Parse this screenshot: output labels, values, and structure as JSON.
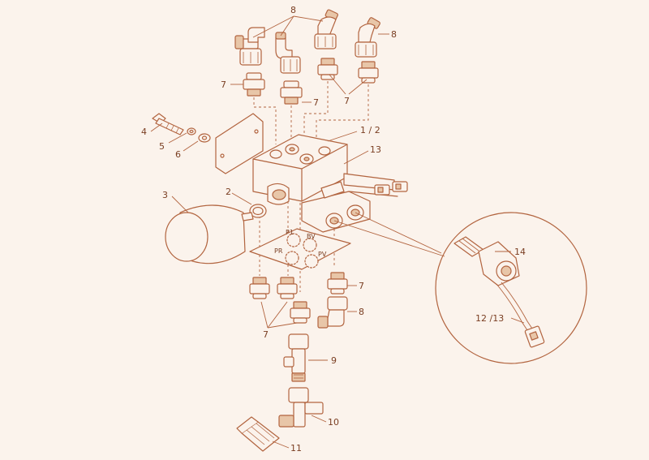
{
  "callouts": [
    {
      "id": "c8",
      "text": "8"
    },
    {
      "id": "c7",
      "text": "7"
    },
    {
      "id": "c4",
      "text": "4"
    },
    {
      "id": "c5",
      "text": "5"
    },
    {
      "id": "c6",
      "text": "6"
    },
    {
      "id": "c12",
      "text": "1 / 2"
    },
    {
      "id": "c13",
      "text": "13"
    },
    {
      "id": "c3",
      "text": "3"
    },
    {
      "id": "c2",
      "text": "2"
    },
    {
      "id": "c9",
      "text": "9"
    },
    {
      "id": "c10",
      "text": "10"
    },
    {
      "id": "c11",
      "text": "11"
    },
    {
      "id": "c14",
      "text": "14"
    },
    {
      "id": "c1213",
      "text": "12 /13"
    }
  ],
  "ports": {
    "p1": "P1",
    "bv": "BV",
    "pr": "PR",
    "pv": "PV"
  },
  "colors": {
    "line": "#b2643f",
    "fill": "#fbf3ec",
    "accent": "#e8c6a8",
    "text": "#7a3e22"
  }
}
